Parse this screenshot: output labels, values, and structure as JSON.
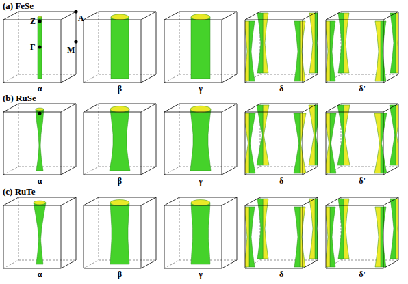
{
  "diagram": {
    "labels": [
      "(a) FeSe",
      "Z",
      "Γ",
      "A",
      "M",
      "α",
      "β",
      "γ",
      "δ",
      "δ'",
      "(b) RuSe",
      "α",
      "β",
      "γ",
      "δ",
      "δ'",
      "(c) RuTe",
      "α",
      "β",
      "γ",
      "δ",
      "δ'"
    ]
  }
}
